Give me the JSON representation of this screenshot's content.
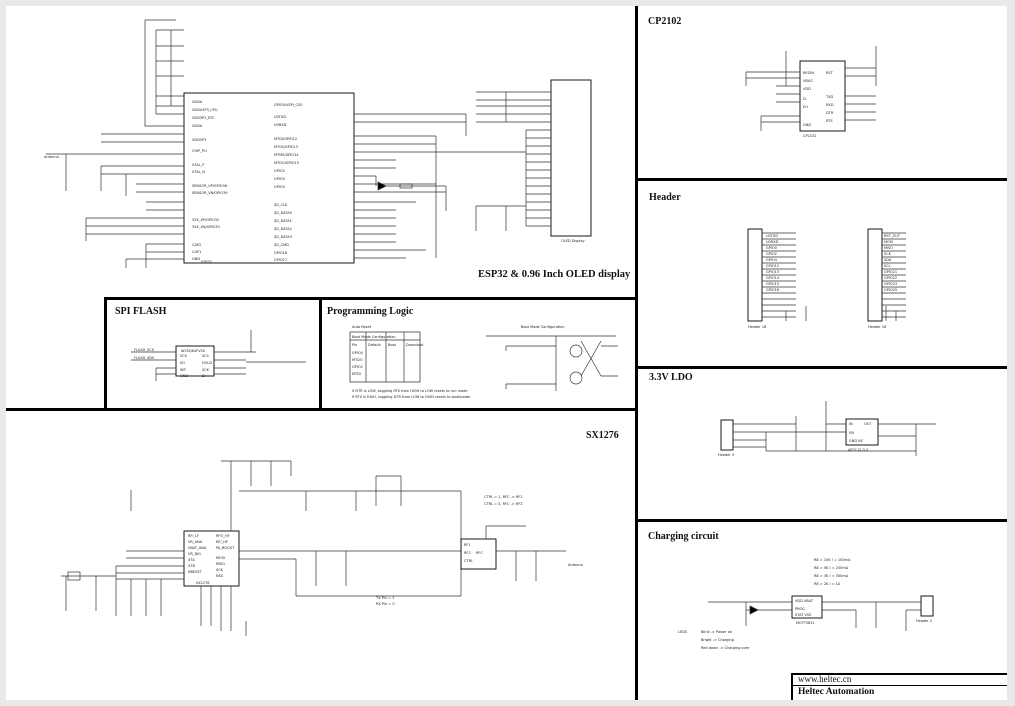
{
  "sections": {
    "esp32": "ESP32 & 0.96 Inch OLED display",
    "cp2102": "CP2102",
    "header": "Header",
    "ldo": "3.3V LDO",
    "spi_flash": "SPI FLASH",
    "prog_logic": "Programming Logic",
    "sx1276": "SX1276",
    "charging": "Charging circuit"
  },
  "titleblock": {
    "url": "www.heltec.cn",
    "company": "Heltec Automation"
  }
}
